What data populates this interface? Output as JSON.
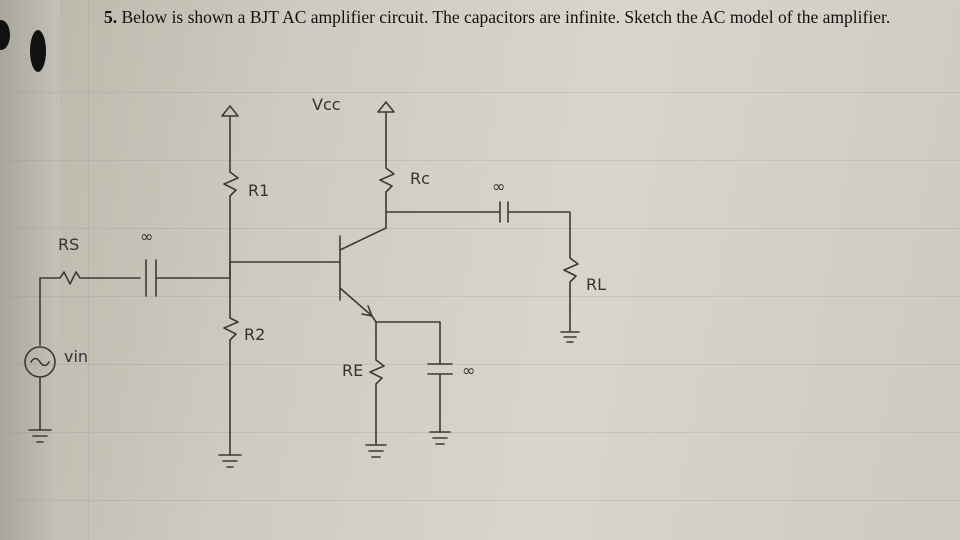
{
  "problem": {
    "number": "5.",
    "text": "Below is shown a BJT AC amplifier circuit. The capacitors are infinite. Sketch the AC model of the amplifier."
  },
  "circuit_labels": {
    "vcc": "Vcc",
    "r1": "R1",
    "r2": "R2",
    "rc": "Rc",
    "re": "RE",
    "rs": "RS",
    "rl": "RL",
    "vin": "vin",
    "cap_in": "∞",
    "cap_out": "∞",
    "cap_e": "∞"
  },
  "colors": {
    "ink": "#3a3a3a",
    "paper": "#d8d5cb"
  }
}
